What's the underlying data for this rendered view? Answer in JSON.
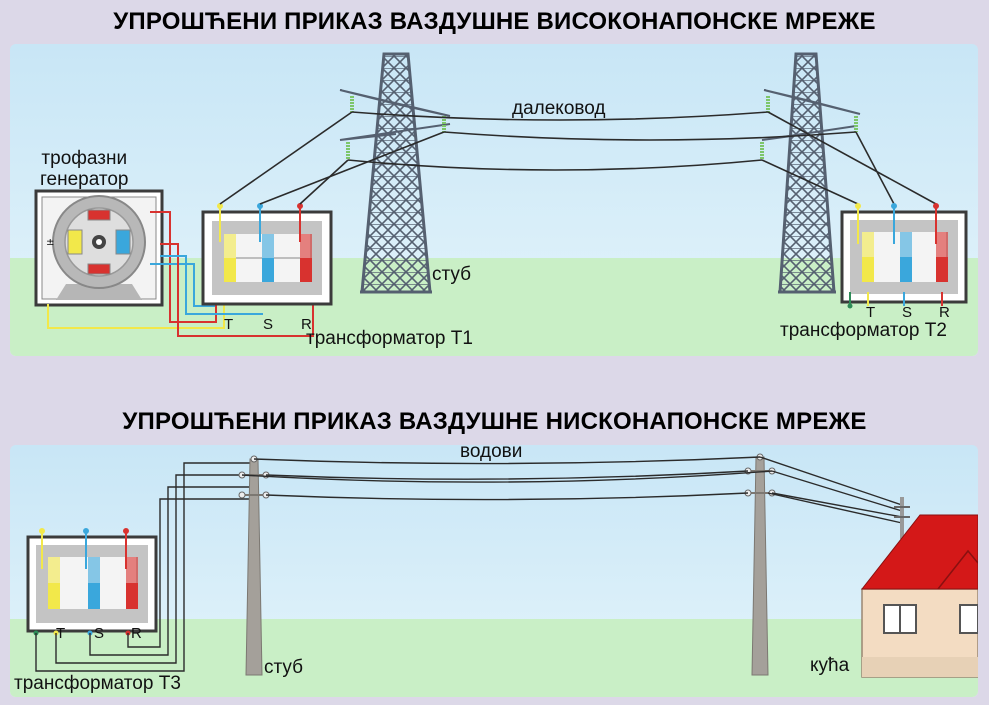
{
  "high_voltage": {
    "title": "УПРОШЋЕНИ ПРИКАЗ ВАЗДУШНЕ ВИСОКОНАПОНСКЕ МРЕЖЕ",
    "generator_label_line1": "трофазни",
    "generator_label_line2": "генератор",
    "power_line_label": "далековод",
    "tower_label": "стуб",
    "transformer1_label": "трансформатор Т1",
    "transformer2_label": "трансформатор Т2",
    "phase_labels": [
      "T",
      "S",
      "R"
    ]
  },
  "low_voltage": {
    "title": "УПРОШЋЕНИ ПРИКАЗ ВАЗДУШНЕ НИСКОНАПОНСКЕ МРЕЖЕ",
    "wires_label": "водови",
    "pole_label": "стуб",
    "house_label": "кућа",
    "transformer3_label": "трансформатор Т3",
    "phase_labels": [
      "T",
      "S",
      "R"
    ]
  },
  "colors": {
    "background": "#dcd8e8",
    "sky": "#d6ecf8",
    "grass": "#c9efc6",
    "phase_T": "#f2e84a",
    "phase_S": "#3aa7dc",
    "phase_R": "#d8322f",
    "tower": "#556070",
    "roof": "#d41818",
    "wall": "#f3dcc2"
  }
}
